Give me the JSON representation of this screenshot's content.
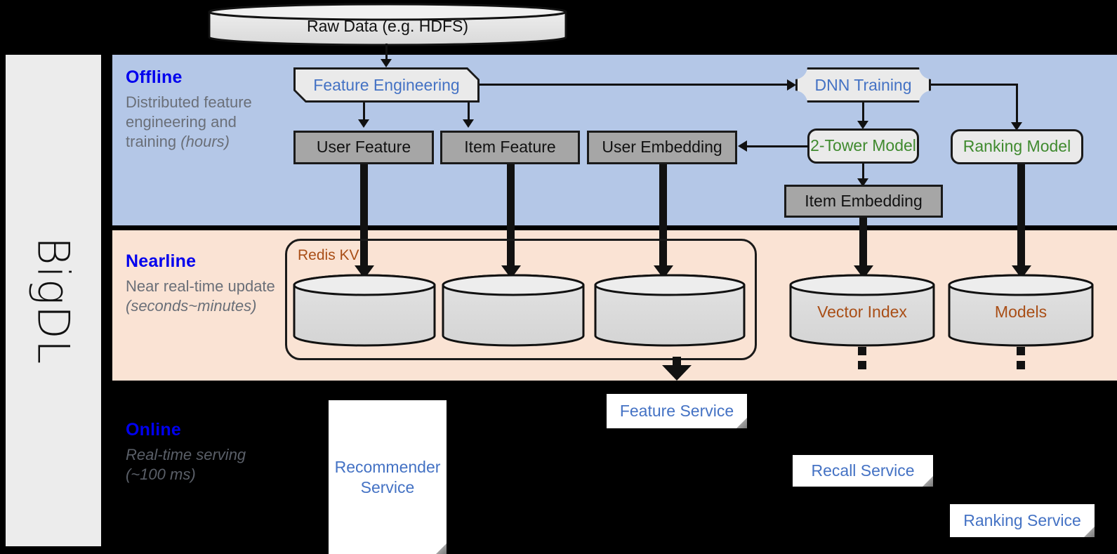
{
  "sidebar": {
    "label": "BigDL"
  },
  "bands": {
    "offline": {
      "title": "Offline",
      "desc": "Distributed feature engineering and training ",
      "desc_em": "(hours)"
    },
    "nearline": {
      "title": "Nearline",
      "desc": "Near real-time update ",
      "desc_em": "(seconds~minutes)"
    },
    "online": {
      "title": "Online",
      "desc": "Real-time serving ",
      "desc_em": "(~100 ms)"
    }
  },
  "source": {
    "raw_data": "Raw Data (e.g. HDFS)"
  },
  "offline_nodes": {
    "feature_engineering": "Feature Engineering",
    "dnn_training": "DNN Training",
    "user_feature": "User Feature",
    "item_feature": "Item Feature",
    "user_embedding": "User Embedding",
    "two_tower_model": "2-Tower Model",
    "ranking_model": "Ranking Model",
    "item_embedding": "Item Embedding"
  },
  "nearline_nodes": {
    "redis_kv": "Redis KV",
    "vector_index": "Vector Index",
    "models": "Models"
  },
  "online_nodes": {
    "recommender_service": "Recommender Service",
    "feature_service": "Feature Service",
    "recall_service": "Recall Service",
    "ranking_service": "Ranking Service"
  },
  "colors": {
    "offline_band": "#b4c7e7",
    "nearline_band": "#fae3d4",
    "online_band": "#000000",
    "sidebar": "#ececec",
    "band_title": "#0000ee",
    "blue_text": "#4472c4",
    "green_text": "#3f8a2e",
    "brown_text": "#a94e16",
    "gray_node": "#a6a6a6",
    "proc_node": "#eaeaea"
  }
}
